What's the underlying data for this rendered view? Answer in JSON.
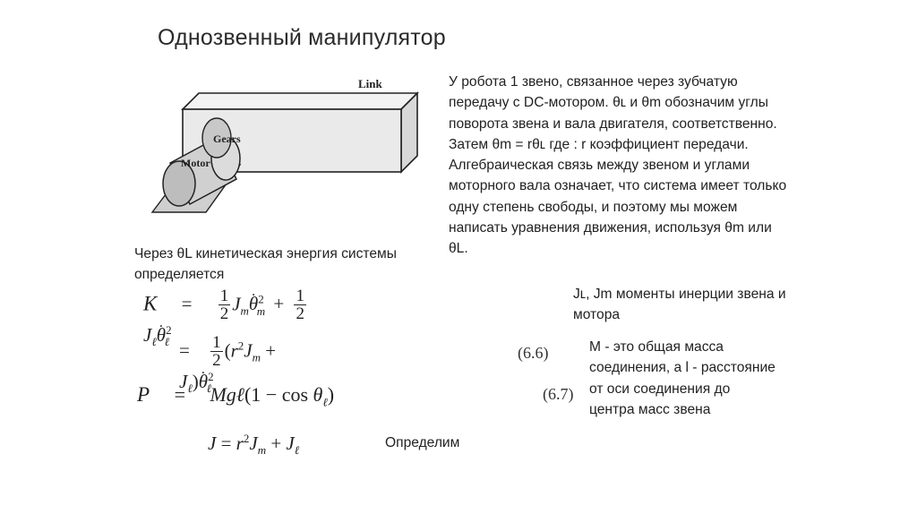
{
  "title": "Однозвенный манипулятор",
  "figure": {
    "link_label": "Link",
    "gears_label": "Gears",
    "motor_label": "Motor"
  },
  "right_paragraph": "У робота 1 звено, связанное через зубчатую передачу с DC-мотором. θʟ и θm обозначим углы поворота звена и вала двигателя, соответственно. Затем θm = rθʟ где : r коэффициент передачи. Алгебраическая связь между звеном и углами моторного вала означает, что система имеет только одну степень свободы, и поэтому мы можем написать уравнения движения, используя θm или θL.",
  "left_paragraph": "Через θL кинетическая энергия системы определяется",
  "inertia_note": "Jʟ, Jm моменты инерции звена и мотора",
  "mass_note": "M - это общая масса соединения, а l - расстояние от оси соединения до центра масс звена",
  "define_label": "Определим",
  "equation_numbers": [
    "(6.6)",
    "(6.7)"
  ],
  "equations": {
    "kinetic_lhs": "K",
    "potential_lhs": "P",
    "inertia_lhs": "J"
  }
}
